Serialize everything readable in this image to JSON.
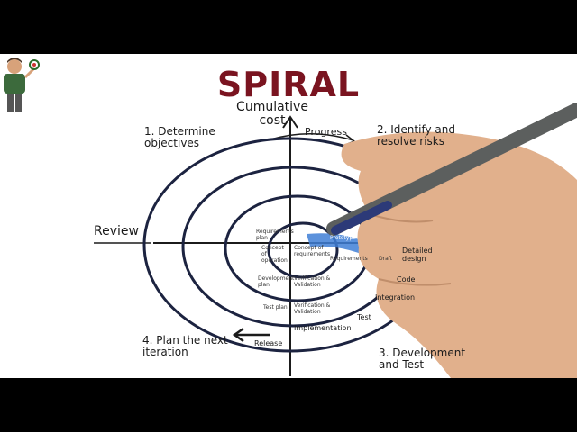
{
  "title": "SPIRAL",
  "axis_labels": {
    "y": "Cumulative cost",
    "progress": "Progress",
    "review": "Review"
  },
  "quadrants": {
    "q1": "1. Determine objectives",
    "q2": "2. Identify and resolve risks",
    "q3": "3. Development and Test",
    "q4": "4. Plan the next iteration"
  },
  "ring_labels": {
    "requirements_plan": "Requirements plan",
    "concept_of_operation": "Concept of operation",
    "concept_of_requirements": "Concept of requirements",
    "prototype": "Prototype",
    "requirements": "Requirements",
    "draft": "Draft",
    "detailed_design": "Detailed design",
    "code": "Code",
    "integration": "Integration",
    "test": "Test",
    "implementation": "Implementation",
    "release": "Release",
    "development_plan": "Development plan",
    "verification_validation_1": "Verification & Validation",
    "verification_validation_2": "Verification & Validation",
    "test_plan": "Test plan"
  },
  "colors": {
    "title": "#7a1420",
    "ink": "#1b1b1b",
    "spiral": "#1c2340",
    "highlight": "#3f7fd6"
  }
}
